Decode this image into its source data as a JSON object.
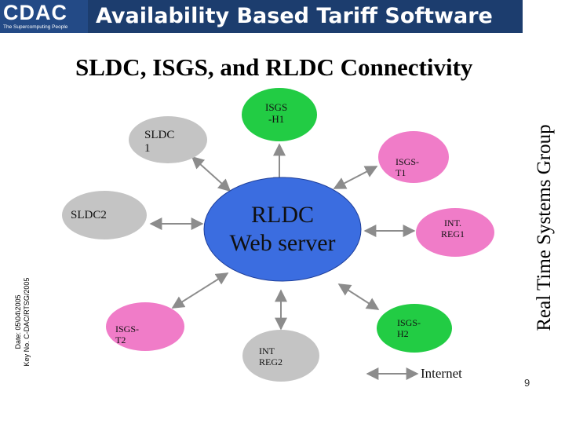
{
  "header": {
    "logo_text": "CDAC",
    "logo_tagline": "The Supercomputing People",
    "title": "Availability Based Tariff Software"
  },
  "slide": {
    "title": "SLDC, ISGS, and RLDC Connectivity",
    "side_label": "Real Time Systems Group",
    "date_line": "Date: 05\\04\\2005",
    "key_line": "Key No. C-DAC/RTSG/2005",
    "page_number": "9"
  },
  "nodes": {
    "isgs_h1": [
      "ISGS",
      "-H1"
    ],
    "sldc1": [
      "SLDC",
      "1"
    ],
    "isgs_t1": [
      "ISGS-",
      "T1"
    ],
    "sldc2": [
      "SLDC2"
    ],
    "rldc": [
      "RLDC",
      "Web server"
    ],
    "int_reg1": [
      "INT.",
      "REG1"
    ],
    "isgs_h2": [
      "ISGS-",
      "H2"
    ],
    "isgs_t2": [
      "ISGS-",
      "T2"
    ],
    "int_reg2": [
      "INT",
      "REG2"
    ]
  },
  "legend": {
    "label": "Internet"
  },
  "colors": {
    "header_bg": "#1c3d6e",
    "green_node": "#22cc44",
    "gray_node": "#c4c4c4",
    "pink_node": "#f07cc8",
    "center_node": "#3b6de0",
    "arrow": "#8c8c8c"
  }
}
